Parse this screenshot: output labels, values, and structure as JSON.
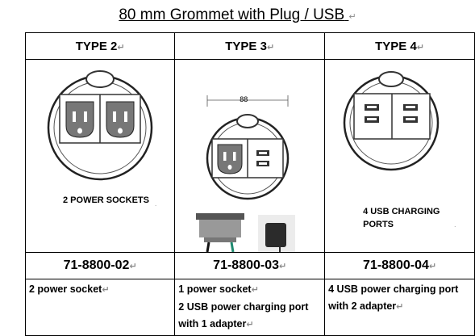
{
  "title": "80 mm Grommet with Plug / USB",
  "paragraph_mark": "↵",
  "columns": [
    {
      "header": "TYPE 2",
      "image_caption": "2 POWER SOCKETS",
      "part_number": "71-8800-02",
      "description": [
        "2 power socket"
      ]
    },
    {
      "header": "TYPE 3",
      "dimension_label": "88",
      "part_number": "71-8800-03",
      "description": [
        "1 power socket",
        "2 USB power charging port",
        "with 1 adapter"
      ]
    },
    {
      "header": "TYPE 4",
      "image_caption": [
        "4 USB CHARGING",
        "PORTS"
      ],
      "part_number": "71-8800-04",
      "description": [
        "4 USB power charging port",
        "with 2 adapter"
      ]
    }
  ]
}
